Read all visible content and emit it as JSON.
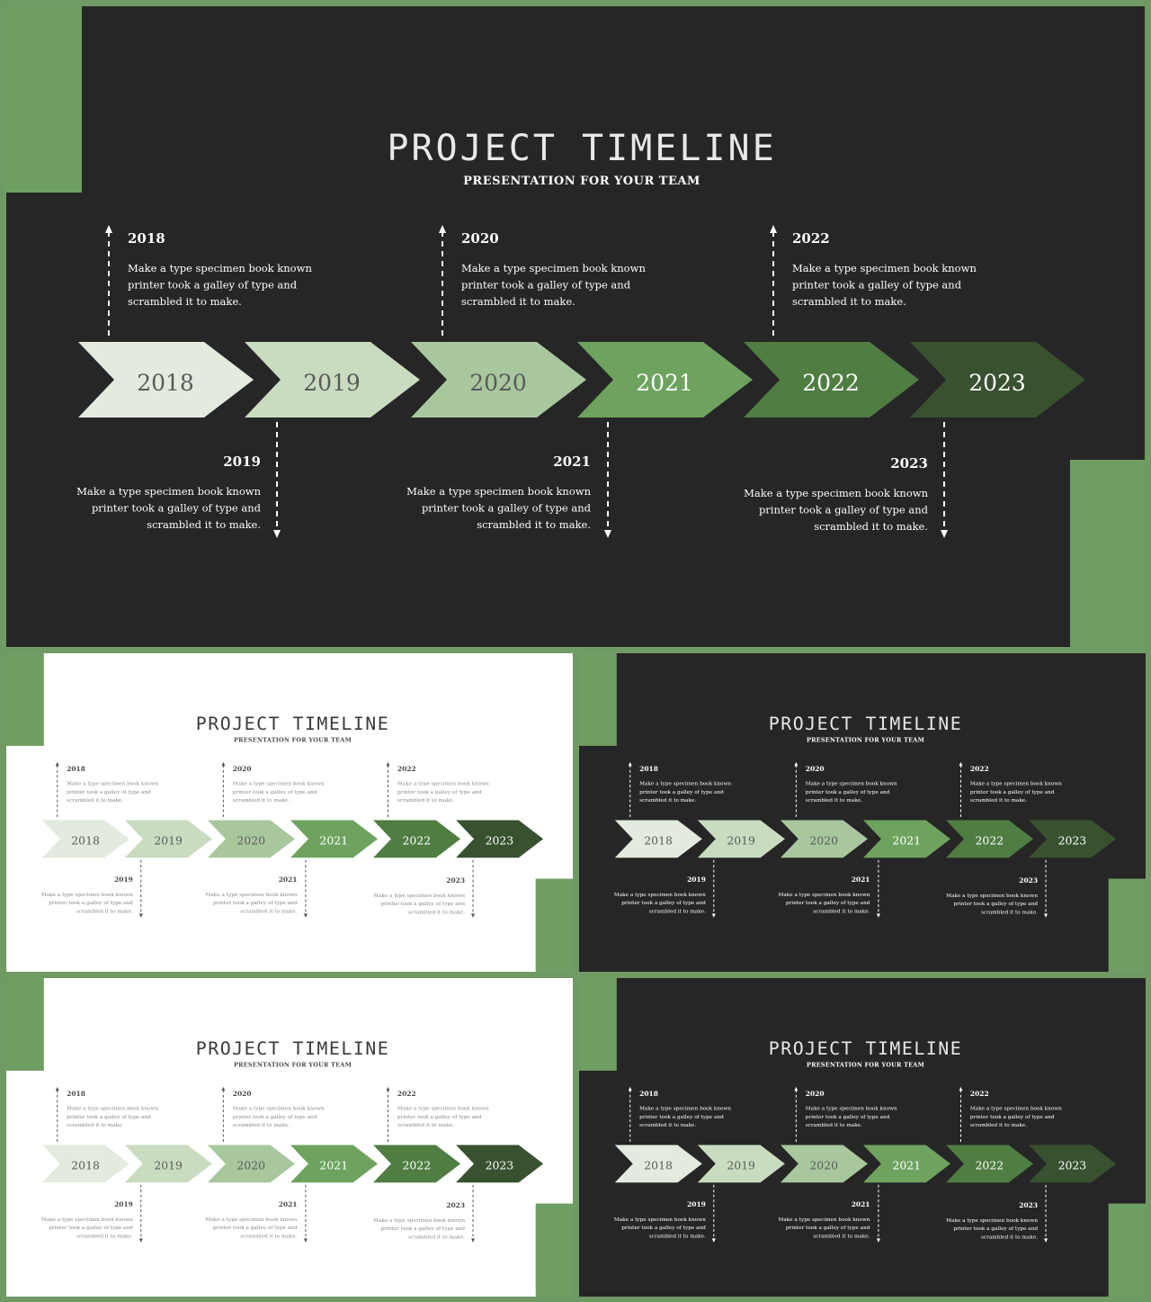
{
  "colors": {
    "page_bg": "#6f9a64",
    "accent_square": "#6f9e62",
    "dark_bg": "#262626",
    "light_bg": "#ffffff",
    "dark_title": "#e8e8e8",
    "dark_text": "#ffffff",
    "light_title": "#3a3a3a",
    "light_text": "#4a4a4a",
    "light_body": "#8a8a8a",
    "chevrons": [
      "#e3ebde",
      "#c9dcc0",
      "#a8c79d",
      "#6ea35f",
      "#4f7d42",
      "#38512f"
    ],
    "chevron_text": [
      "#5a5a5a",
      "#5a5a5a",
      "#5a5a5a",
      "#ffffff",
      "#ffffff",
      "#ffffff"
    ]
  },
  "slides": [
    {
      "id": "main",
      "theme": "dark",
      "title": "PROJECT TIMELINE",
      "subtitle": "PRESENTATION FOR YOUR TEAM",
      "years": [
        "2018",
        "2019",
        "2020",
        "2021",
        "2022",
        "2023"
      ],
      "milestones": [
        {
          "year": "2018",
          "position": "above",
          "lines": [
            "Make a type specimen book known",
            "printer took a galley of type and",
            "scrambled it to make."
          ]
        },
        {
          "year": "2019",
          "position": "below",
          "lines": [
            "Make a type specimen book known",
            "printer took a galley of type and",
            "scrambled it to make."
          ]
        },
        {
          "year": "2020",
          "position": "above",
          "lines": [
            "Make a type specimen book known",
            "printer took a galley of type and",
            "scrambled it to make."
          ]
        },
        {
          "year": "2021",
          "position": "below",
          "lines": [
            "Make a type specimen book known",
            "printer took a galley of type and",
            "scrambled it to make."
          ]
        },
        {
          "year": "2022",
          "position": "above",
          "lines": [
            "Make a type specimen book known",
            "printer took a galley of type and",
            "scrambled it to make."
          ]
        },
        {
          "year": "2023",
          "position": "below",
          "lines": [
            "Make a type specimen book known",
            "printer took a galley of type and",
            "scrambled it to make."
          ]
        }
      ]
    },
    {
      "id": "thumb-1",
      "theme": "light",
      "title": "PROJECT TIMELINE",
      "subtitle": "PRESENTATION FOR YOUR TEAM",
      "years": [
        "2018",
        "2019",
        "2020",
        "2021",
        "2022",
        "2023"
      ],
      "milestones": [
        {
          "year": "2018",
          "position": "above",
          "lines": [
            "Make a type specimen book known",
            "printer took a galley of type and",
            "scrambled it to make."
          ]
        },
        {
          "year": "2019",
          "position": "below",
          "lines": [
            "Make a type specimen book known",
            "printer took a galley of type and",
            "scrambled it to make."
          ]
        },
        {
          "year": "2020",
          "position": "above",
          "lines": [
            "Make a type specimen book known",
            "printer took a galley of type and",
            "scrambled it to make."
          ]
        },
        {
          "year": "2021",
          "position": "below",
          "lines": [
            "Make a type specimen book known",
            "printer took a galley of type and",
            "scrambled it to make."
          ]
        },
        {
          "year": "2022",
          "position": "above",
          "lines": [
            "Make a type specimen book known",
            "printer took a galley of type and",
            "scrambled it to make."
          ]
        },
        {
          "year": "2023",
          "position": "below",
          "lines": [
            "Make a type specimen book known",
            "printer took a galley of type and",
            "scrambled it to make."
          ]
        }
      ]
    },
    {
      "id": "thumb-2",
      "theme": "dark",
      "title": "PROJECT TIMELINE",
      "subtitle": "PRESENTATION FOR YOUR TEAM",
      "years": [
        "2018",
        "2019",
        "2020",
        "2021",
        "2022",
        "2023"
      ],
      "milestones": [
        {
          "year": "2018",
          "position": "above",
          "lines": [
            "Make a type specimen book known",
            "printer took a galley of type and",
            "scrambled it to make."
          ]
        },
        {
          "year": "2019",
          "position": "below",
          "lines": [
            "Make a type specimen book known",
            "printer took a galley of type and",
            "scrambled it to make."
          ]
        },
        {
          "year": "2020",
          "position": "above",
          "lines": [
            "Make a type specimen book known",
            "printer took a galley of type and",
            "scrambled it to make."
          ]
        },
        {
          "year": "2021",
          "position": "below",
          "lines": [
            "Make a type specimen book known",
            "printer took a galley of type and",
            "scrambled it to make."
          ]
        },
        {
          "year": "2022",
          "position": "above",
          "lines": [
            "Make a type specimen book known",
            "printer took a galley of type and",
            "scrambled it to make."
          ]
        },
        {
          "year": "2023",
          "position": "below",
          "lines": [
            "Make a type specimen book known",
            "printer took a galley of type and",
            "scrambled it to make."
          ]
        }
      ]
    },
    {
      "id": "thumb-3",
      "theme": "light",
      "title": "PROJECT TIMELINE",
      "subtitle": "PRESENTATION FOR YOUR TEAM",
      "years": [
        "2018",
        "2019",
        "2020",
        "2021",
        "2022",
        "2023"
      ],
      "milestones": [
        {
          "year": "2018",
          "position": "above",
          "lines": [
            "Make a type specimen book known",
            "printer took a galley of type and",
            "scrambled it to make."
          ]
        },
        {
          "year": "2019",
          "position": "below",
          "lines": [
            "Make a type specimen book known",
            "printer took a galley of type and",
            "scrambled it to make."
          ]
        },
        {
          "year": "2020",
          "position": "above",
          "lines": [
            "Make a type specimen book known",
            "printer took a galley of type and",
            "scrambled it to make."
          ]
        },
        {
          "year": "2021",
          "position": "below",
          "lines": [
            "Make a type specimen book known",
            "printer took a galley of type and",
            "scrambled it to make."
          ]
        },
        {
          "year": "2022",
          "position": "above",
          "lines": [
            "Make a type specimen book known",
            "printer took a galley of type and",
            "scrambled it to make."
          ]
        },
        {
          "year": "2023",
          "position": "below",
          "lines": [
            "Make a type specimen book known",
            "printer took a galley of type and",
            "scrambled it to make."
          ]
        }
      ]
    },
    {
      "id": "thumb-4",
      "theme": "dark",
      "title": "PROJECT TIMELINE",
      "subtitle": "PRESENTATION FOR YOUR TEAM",
      "years": [
        "2018",
        "2019",
        "2020",
        "2021",
        "2022",
        "2023"
      ],
      "milestones": [
        {
          "year": "2018",
          "position": "above",
          "lines": [
            "Make a type specimen book known",
            "printer took a galley of type and",
            "scrambled it to make."
          ]
        },
        {
          "year": "2019",
          "position": "below",
          "lines": [
            "Make a type specimen book known",
            "printer took a galley of type and",
            "scrambled it to make."
          ]
        },
        {
          "year": "2020",
          "position": "above",
          "lines": [
            "Make a type specimen book known",
            "printer took a galley of type and",
            "scrambled it to make."
          ]
        },
        {
          "year": "2021",
          "position": "below",
          "lines": [
            "Make a type specimen book known",
            "printer took a galley of type and",
            "scrambled it to make."
          ]
        },
        {
          "year": "2022",
          "position": "above",
          "lines": [
            "Make a type specimen book known",
            "printer took a galley of type and",
            "scrambled it to make."
          ]
        },
        {
          "year": "2023",
          "position": "below",
          "lines": [
            "Make a type specimen book known",
            "printer took a galley of type and",
            "scrambled it to make."
          ]
        }
      ]
    }
  ]
}
